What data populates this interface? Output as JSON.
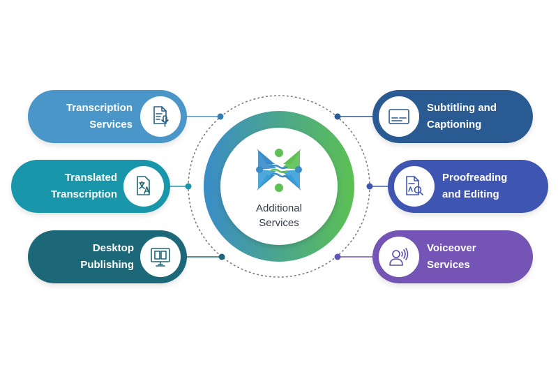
{
  "center": {
    "title_line1": "Additional",
    "title_line2": "Services",
    "logo": "balanced-figures-logo-icon"
  },
  "services": {
    "transcription": {
      "line1": "Transcription",
      "line2": "Services",
      "color": "#4a96c8",
      "icon": "document-microphone-icon"
    },
    "translated": {
      "line1": "Translated",
      "line2": "Transcription",
      "color": "#1a96aa",
      "icon": "translate-icon"
    },
    "desktop": {
      "line1": "Desktop",
      "line2": "Publishing",
      "color": "#1d6878",
      "icon": "book-monitor-icon"
    },
    "subtitling": {
      "line1": "Subtitling and",
      "line2": "Captioning",
      "color": "#2a5a92",
      "icon": "caption-icon"
    },
    "proofreading": {
      "line1": "Proofreading",
      "line2": "and Editing",
      "color": "#3f55b2",
      "icon": "document-search-icon"
    },
    "voiceover": {
      "line1": "Voiceover",
      "line2": "Services",
      "color": "#7455b6",
      "icon": "speaking-person-icon"
    }
  },
  "colors": {
    "ring_blue": "#3a8cc8",
    "ring_green": "#5cc052",
    "connector_dot": "#2a5f86"
  }
}
